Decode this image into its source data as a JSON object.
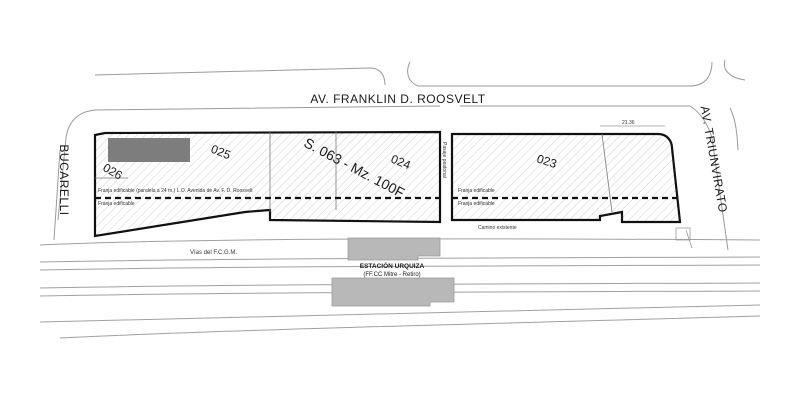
{
  "streets": {
    "north": "AV. FRANKLIN D. ROOSVELT",
    "west": "BUCARELLI",
    "east": "AV. TRIUNVIRATO"
  },
  "block_label": "S. 063 - Mz. 100F",
  "lots": [
    "026",
    "025",
    "024",
    "023"
  ],
  "station": {
    "name": "ESTACIÓN URQUIZA",
    "line": "(FF.CC Mitre - Retiro)"
  },
  "rail_label": "Vías del F.C.G.M.",
  "annotations": {
    "setback_main": "Franja edificable (paralela a 24 m.) L.O. Avenida de Av. F. D. Roosvelt",
    "setback_sub": "Franja edificable",
    "setback_east": "Franja edificable",
    "setback_east_sub": "Franja edificable",
    "passage": "Pasaje peatonal",
    "easement": "Camino existente",
    "dimension": "21.36"
  },
  "colors": {
    "outline": "#111111",
    "hatch": "#c8c8c8",
    "building": "#7a7a7a",
    "station": "#b5b5b5"
  }
}
